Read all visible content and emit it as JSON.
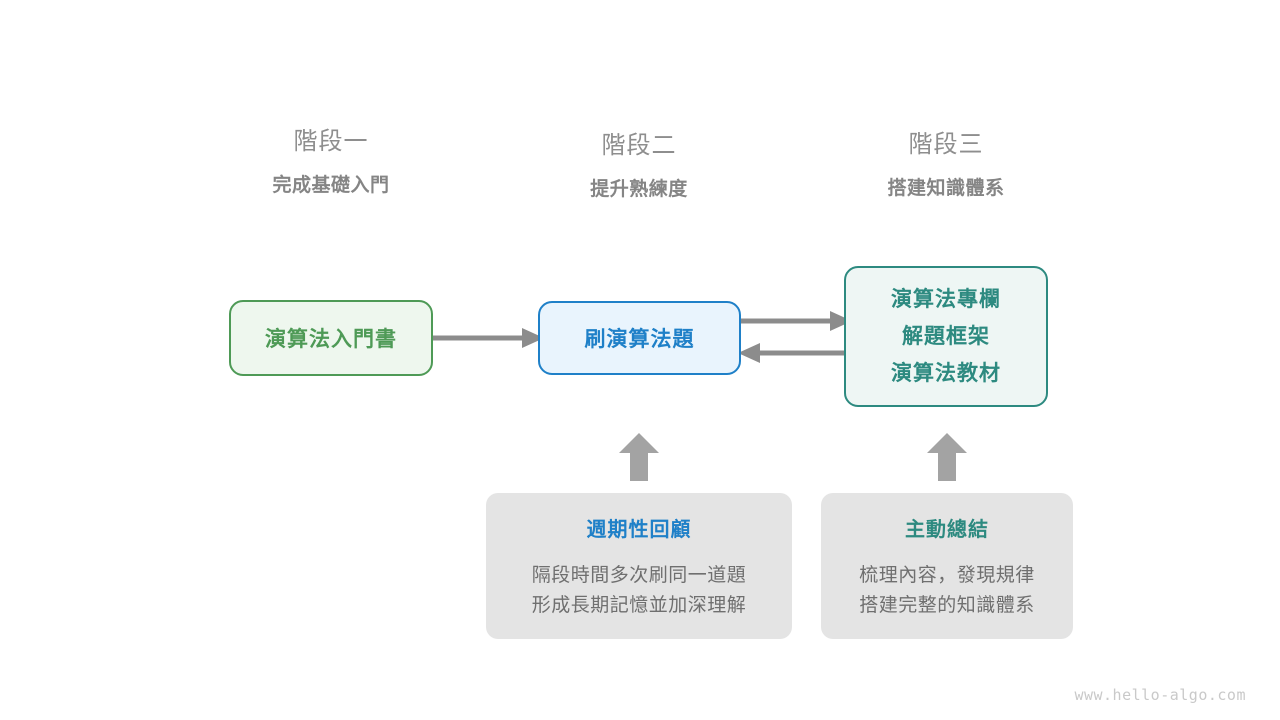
{
  "stages": [
    {
      "name": "階段一",
      "subtitle": "完成基礎入門"
    },
    {
      "name": "階段二",
      "subtitle": "提升熟練度"
    },
    {
      "name": "階段三",
      "subtitle": "搭建知識體系"
    }
  ],
  "nodes": {
    "book": {
      "label": "演算法入門書",
      "color": "#4e9a56",
      "fill": "#eef7ee"
    },
    "practice": {
      "label": "刷演算法題",
      "color": "#1f80c8",
      "fill": "#e9f4fd"
    },
    "system": {
      "lines": [
        "演算法專欄",
        "解題框架",
        "演算法教材"
      ],
      "color": "#2d8a80",
      "fill": "#eef6f4"
    }
  },
  "connectors": {
    "color": "#8c8c8c",
    "book_to_practice": "arrow-right",
    "practice_to_system": "arrow-right",
    "system_to_practice": "arrow-left",
    "review_to_practice": "arrow-up",
    "summary_to_system": "arrow-up"
  },
  "cards": [
    {
      "title": "週期性回顧",
      "title_color": "#1f80c8",
      "body": [
        "隔段時間多次刷同一道題",
        "形成長期記憶並加深理解"
      ]
    },
    {
      "title": "主動總結",
      "title_color": "#2d8a80",
      "body": [
        "梳理內容，發現規律",
        "搭建完整的知識體系"
      ]
    }
  ],
  "watermark": "www.hello-algo.com"
}
